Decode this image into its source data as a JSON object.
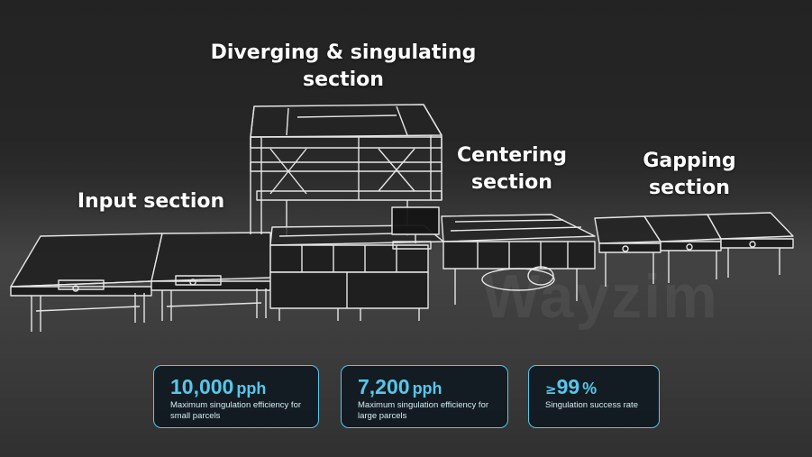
{
  "labels": {
    "diverging_line1": "Diverging & singulating",
    "diverging_line2": "section",
    "input": "Input section",
    "centering_line1": "Centering",
    "centering_line2": "section",
    "gapping_line1": "Gapping",
    "gapping_line2": "section"
  },
  "watermark": "Wayzim",
  "stats": [
    {
      "prefix": "",
      "value": "10,000",
      "unit": "pph",
      "description": "Maximum singulation efficiency for small parcels"
    },
    {
      "prefix": "",
      "value": "7,200",
      "unit": "pph",
      "description": "Maximum singulation efficiency for large parcels"
    },
    {
      "prefix": "≥",
      "value": "99",
      "unit": "%",
      "description": "Singulation success rate"
    }
  ],
  "colors": {
    "accent": "#56c7ec",
    "text": "#ffffff",
    "machine_line": "#e6e6e6"
  }
}
